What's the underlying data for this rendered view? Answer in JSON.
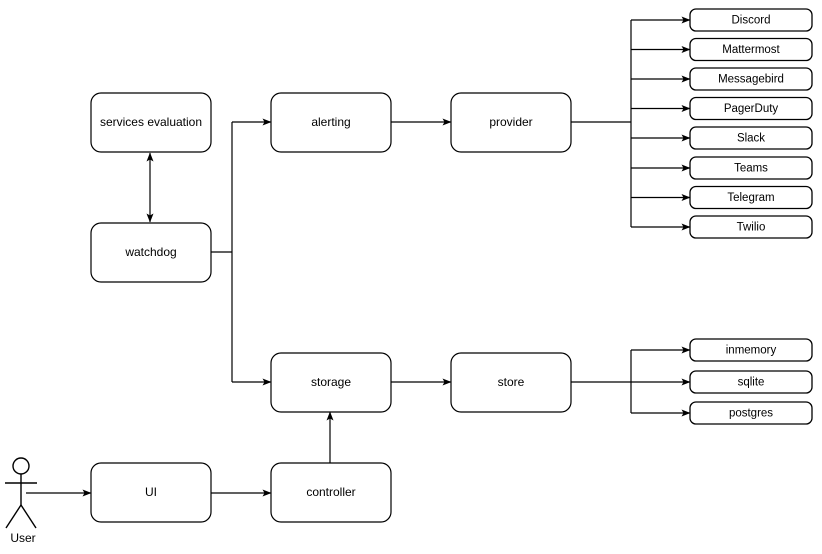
{
  "diagram": {
    "type": "architecture-flow-diagram",
    "background_color": "#ffffff",
    "stroke_color": "#000000",
    "actor": {
      "name": "user-actor",
      "label": "User"
    },
    "nodes": [
      {
        "id": "services_evaluation",
        "label": "services evaluation"
      },
      {
        "id": "watchdog",
        "label": "watchdog"
      },
      {
        "id": "alerting",
        "label": "alerting"
      },
      {
        "id": "provider",
        "label": "provider"
      },
      {
        "id": "storage",
        "label": "storage"
      },
      {
        "id": "store",
        "label": "store"
      },
      {
        "id": "ui",
        "label": "UI"
      },
      {
        "id": "controller",
        "label": "controller"
      }
    ],
    "provider_targets": [
      {
        "id": "discord",
        "label": "Discord"
      },
      {
        "id": "mattermost",
        "label": "Mattermost"
      },
      {
        "id": "messagebird",
        "label": "Messagebird"
      },
      {
        "id": "pagerduty",
        "label": "PagerDuty"
      },
      {
        "id": "slack",
        "label": "Slack"
      },
      {
        "id": "teams",
        "label": "Teams"
      },
      {
        "id": "telegram",
        "label": "Telegram"
      },
      {
        "id": "twilio",
        "label": "Twilio"
      }
    ],
    "store_targets": [
      {
        "id": "inmemory",
        "label": "inmemory"
      },
      {
        "id": "sqlite",
        "label": "sqlite"
      },
      {
        "id": "postgres",
        "label": "postgres"
      }
    ],
    "edges": [
      {
        "from": "user",
        "to": "ui",
        "arrow": "single"
      },
      {
        "from": "ui",
        "to": "controller",
        "arrow": "single"
      },
      {
        "from": "controller",
        "to": "storage",
        "arrow": "single"
      },
      {
        "from": "watchdog",
        "to": "services_evaluation",
        "arrow": "double"
      },
      {
        "from": "watchdog",
        "to": "alerting",
        "arrow": "single"
      },
      {
        "from": "watchdog",
        "to": "storage",
        "arrow": "single"
      },
      {
        "from": "alerting",
        "to": "provider",
        "arrow": "single"
      },
      {
        "from": "storage",
        "to": "store",
        "arrow": "single"
      },
      {
        "from": "provider",
        "to": "provider_targets",
        "arrow": "single"
      },
      {
        "from": "store",
        "to": "store_targets",
        "arrow": "single"
      }
    ]
  }
}
